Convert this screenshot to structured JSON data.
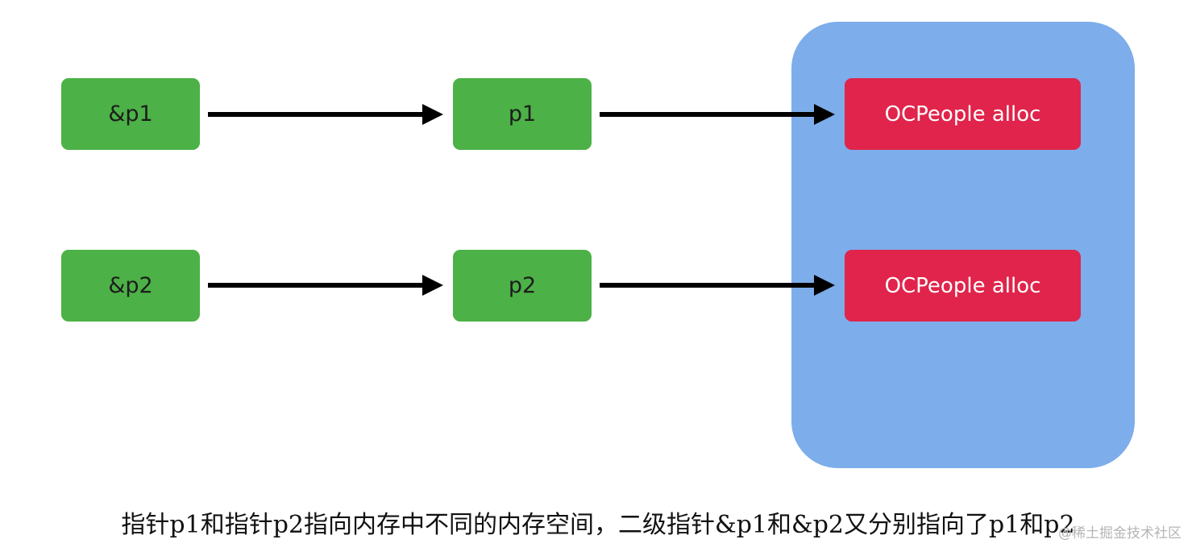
{
  "rows": [
    {
      "double_pointer": "&p1",
      "pointer": "p1",
      "object": "OCPeople alloc"
    },
    {
      "double_pointer": "&p2",
      "pointer": "p2",
      "object": "OCPeople alloc"
    }
  ],
  "caption": "指针p1和指针p2指向内存中不同的内存空间，二级指针&p1和&p2又分别指向了p1和p2",
  "watermark": "@稀土掘金技术社区",
  "colors": {
    "pointer_box": "#4cb146",
    "object_box": "#e0244b",
    "heap_region": "#7dadea",
    "arrow": "#000000"
  }
}
